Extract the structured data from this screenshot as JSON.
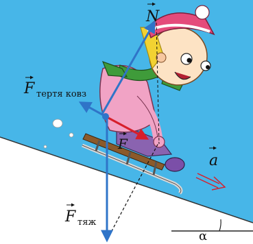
{
  "labels": {
    "normal": "N",
    "friction": "F",
    "friction_sub": "тертя ковз",
    "resultant": "F",
    "gravity": "F",
    "gravity_sub": "тяж",
    "acceleration": "a",
    "angle": "α"
  },
  "colors": {
    "sky": "#47b6e8",
    "snow": "#ffffff",
    "force_vector": "#2f74c8",
    "resultant_vector": "#d71f2b",
    "acceleration_arrow": "#d71f2b",
    "jacket": "#f1a3c5",
    "scarf": "#3f9b3a",
    "hat": "#e44b7b",
    "hair": "#f2d232",
    "sled": "#8b5a2b",
    "runner": "#d9d9d9",
    "text": "#111111"
  }
}
